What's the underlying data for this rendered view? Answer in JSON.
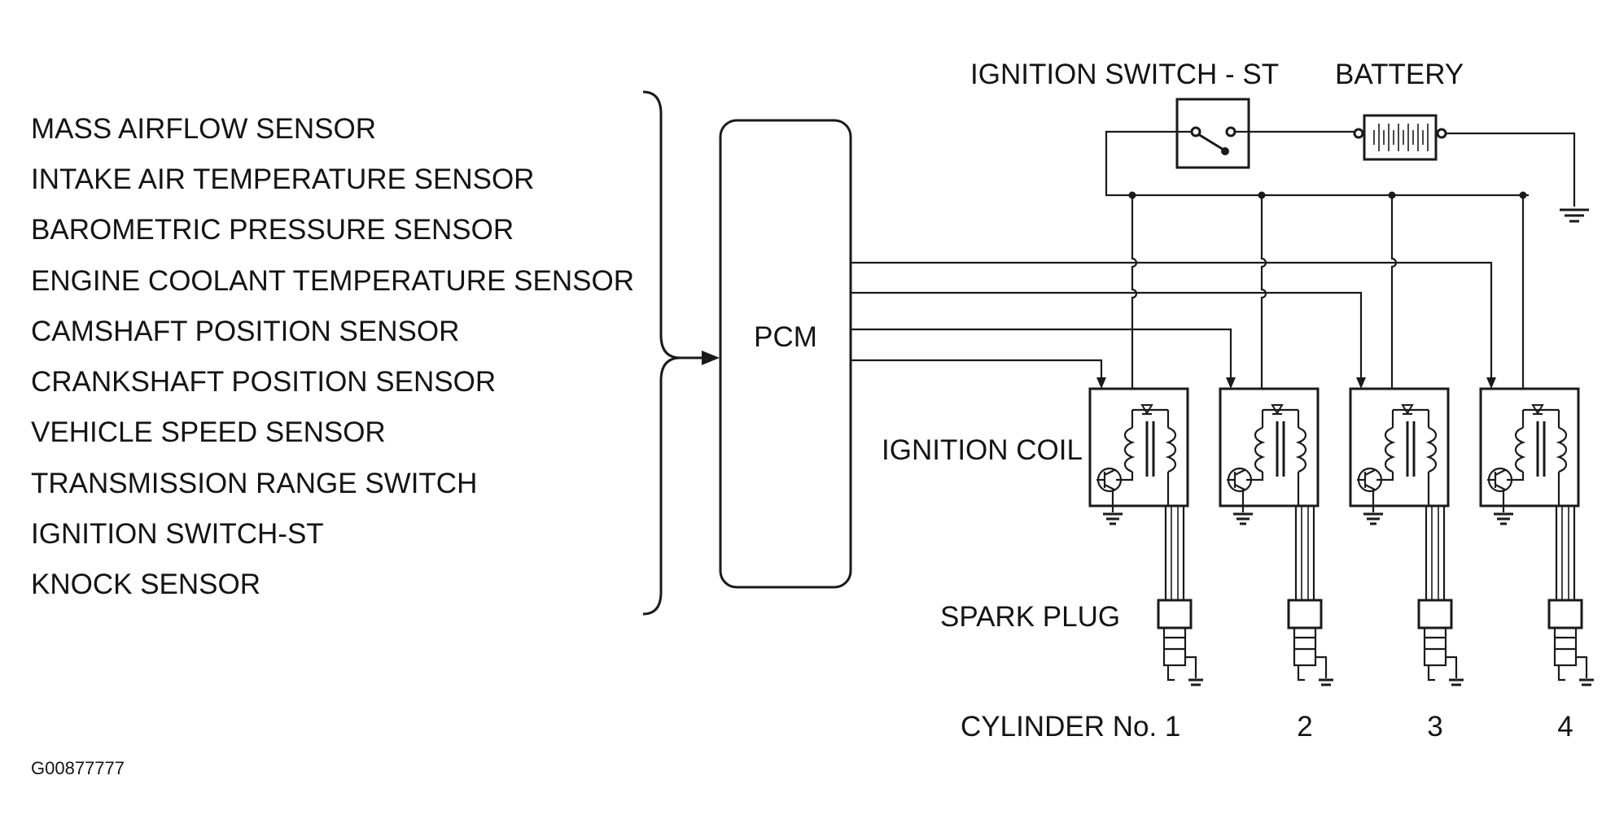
{
  "inputs": [
    "MASS AIRFLOW SENSOR",
    "INTAKE AIR TEMPERATURE SENSOR",
    "BAROMETRIC PRESSURE SENSOR",
    "ENGINE COOLANT TEMPERATURE SENSOR",
    "CAMSHAFT POSITION SENSOR",
    "CRANKSHAFT POSITION SENSOR",
    "VEHICLE SPEED SENSOR",
    "TRANSMISSION RANGE SWITCH",
    "IGNITION SWITCH-ST",
    "KNOCK SENSOR"
  ],
  "pcm_label": "PCM",
  "ignition_switch_label": "IGNITION SWITCH - ST",
  "battery_label": "BATTERY",
  "ignition_coil_label": "IGNITION COIL",
  "spark_plug_label": "SPARK PLUG",
  "cylinders": [
    "CYLINDER No. 1",
    "2",
    "3",
    "4"
  ],
  "figure_id": "G00877777"
}
